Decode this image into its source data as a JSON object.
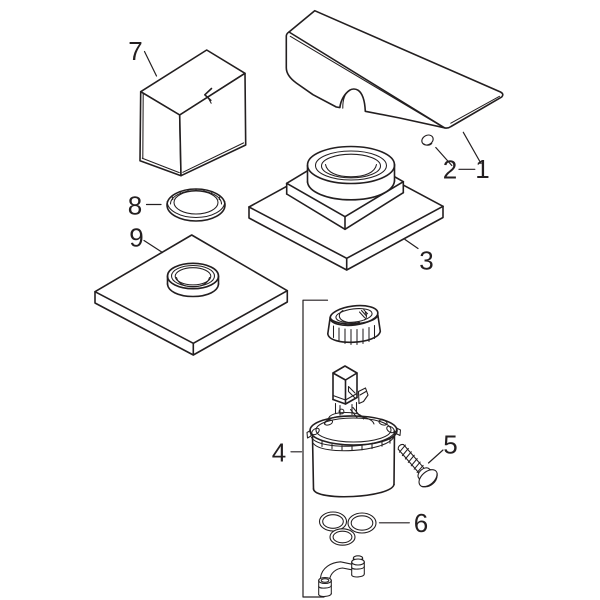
{
  "colors": {
    "background": "#ffffff",
    "line": "#231f20"
  },
  "parts": [
    {
      "label": "1"
    },
    {
      "label": "2"
    },
    {
      "label": "3"
    },
    {
      "label": "4"
    },
    {
      "label": "5"
    },
    {
      "label": "6"
    },
    {
      "label": "7"
    },
    {
      "label": "8"
    },
    {
      "label": "9"
    }
  ]
}
